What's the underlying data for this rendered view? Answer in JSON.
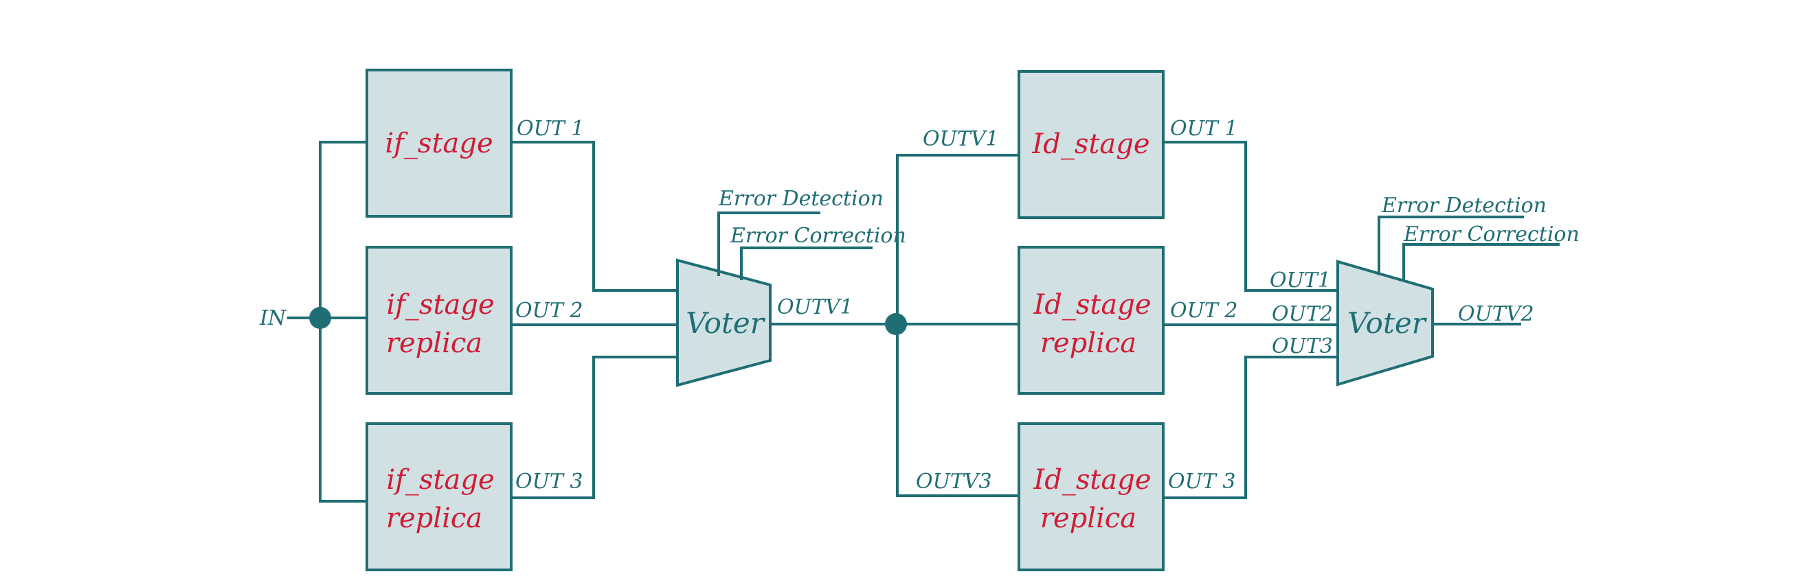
{
  "input": {
    "label": "IN"
  },
  "stage1": {
    "boxes": [
      {
        "line1": "if_stage",
        "line2": ""
      },
      {
        "line1": "if_stage",
        "line2": "replica"
      },
      {
        "line1": "if_stage",
        "line2": "replica"
      }
    ],
    "outputs": [
      "OUT 1",
      "OUT 2",
      "OUT 3"
    ],
    "voter": {
      "label": "Voter",
      "error_detection": "Error Detection",
      "error_correction": "Error Correction",
      "output": "OUTV1"
    }
  },
  "stage2": {
    "inputs": [
      "OUTV1",
      "OUTV3"
    ],
    "boxes": [
      {
        "line1": "Id_stage",
        "line2": ""
      },
      {
        "line1": "Id_stage",
        "line2": "replica"
      },
      {
        "line1": "Id_stage",
        "line2": "replica"
      }
    ],
    "outputs": [
      "OUT 1",
      "OUT 2",
      "OUT 3"
    ],
    "voter_inputs": [
      "OUT1",
      "OUT2",
      "OUT3"
    ],
    "voter": {
      "label": "Voter",
      "error_detection": "Error Detection",
      "error_correction": "Error Correction",
      "output": "OUTV2"
    }
  },
  "colors": {
    "wire": "#1f6e74",
    "box_fill": "#d0e0e3",
    "stage_text": "#d01c35"
  }
}
